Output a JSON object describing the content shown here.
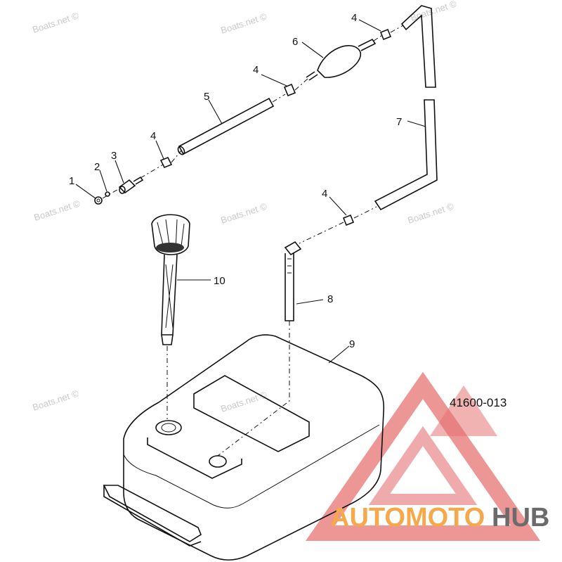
{
  "watermark": "Boats.net ©",
  "part_number": "41600-013",
  "logo": {
    "text_left": "AUTOMOTO",
    "text_right": "HUB",
    "color_left": "#f5a94a",
    "color_right": "#6b6b6b",
    "triangle_color": "#e57373"
  },
  "callouts": {
    "c1": "1",
    "c2": "2",
    "c3": "3",
    "c4a": "4",
    "c4b": "4",
    "c4c": "4",
    "c4d": "4",
    "c5": "5",
    "c6": "6",
    "c7": "7",
    "c8": "8",
    "c9": "9",
    "c10": "10"
  }
}
